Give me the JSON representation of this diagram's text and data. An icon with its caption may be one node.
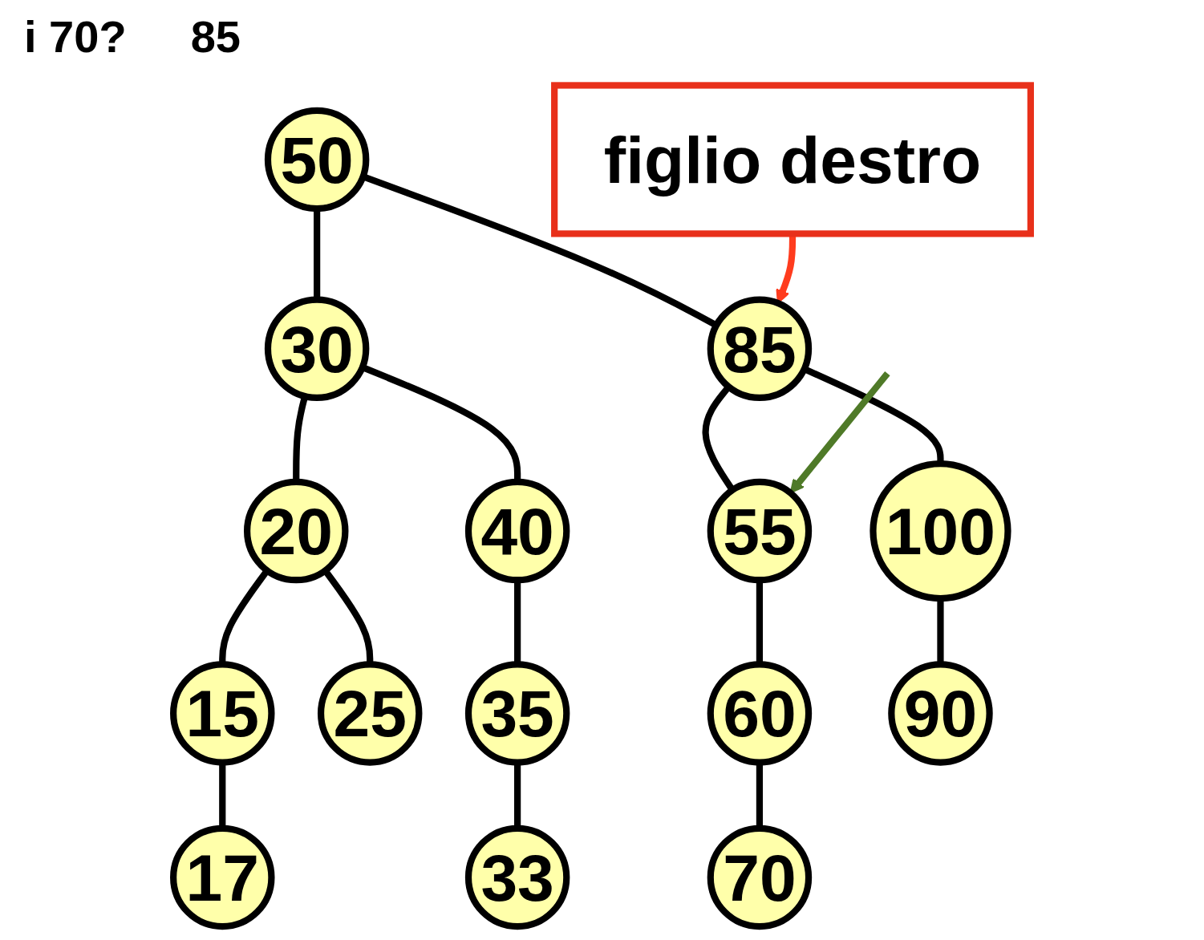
{
  "diagram": {
    "nodes": [
      {
        "text": [
          "figlio destro"
        ]
      },
      {
        "text": [
          "50"
        ]
      },
      {
        "text": [
          "30"
        ]
      },
      {
        "text": [
          "85"
        ]
      },
      {
        "text": [
          "20"
        ]
      },
      {
        "text": [
          "40"
        ]
      },
      {
        "text": [
          "55"
        ]
      },
      {
        "text": [
          "100"
        ]
      },
      {
        "text": [
          "15"
        ]
      },
      {
        "text": [
          "25"
        ]
      },
      {
        "text": [
          "35"
        ]
      },
      {
        "text": [
          "60"
        ]
      },
      {
        "text": [
          "90"
        ]
      },
      {
        "text": [
          "17"
        ]
      },
      {
        "text": [
          "33"
        ]
      },
      {
        "text": [
          "70"
        ]
      }
    ],
    "edges": [
      {
        "from": 1,
        "to": 2,
        "arrow": "none"
      },
      {
        "from": 1,
        "to": 3,
        "arrow": "none"
      },
      {
        "from": 0,
        "to": 3,
        "arrow": "to",
        "color": "#ff3c1e"
      },
      {
        "from": 2,
        "to": 4,
        "arrow": "none"
      },
      {
        "from": 2,
        "to": 5,
        "arrow": "none"
      },
      {
        "from": 3,
        "to": 6,
        "arrow": "none"
      },
      {
        "from": 3,
        "to": 7,
        "arrow": "none"
      },
      {
        "from": 4,
        "to": 8,
        "arrow": "none"
      },
      {
        "from": 4,
        "to": 9,
        "arrow": "none"
      },
      {
        "from": 5,
        "to": 10,
        "arrow": "none"
      },
      {
        "from": 6,
        "to": 11,
        "arrow": "none"
      },
      {
        "from": 7,
        "to": 12,
        "arrow": "none"
      },
      {
        "from": 8,
        "to": 13,
        "arrow": "none"
      },
      {
        "from": 10,
        "to": 14,
        "arrow": "none"
      },
      {
        "from": 11,
        "to": 15,
        "arrow": "none"
      },
      {
        "from": null,
        "to": 6,
        "arrow": "to",
        "color": "#4f7a28"
      }
    ],
    "labels": [
      "i 70?",
      "85"
    ]
  }
}
